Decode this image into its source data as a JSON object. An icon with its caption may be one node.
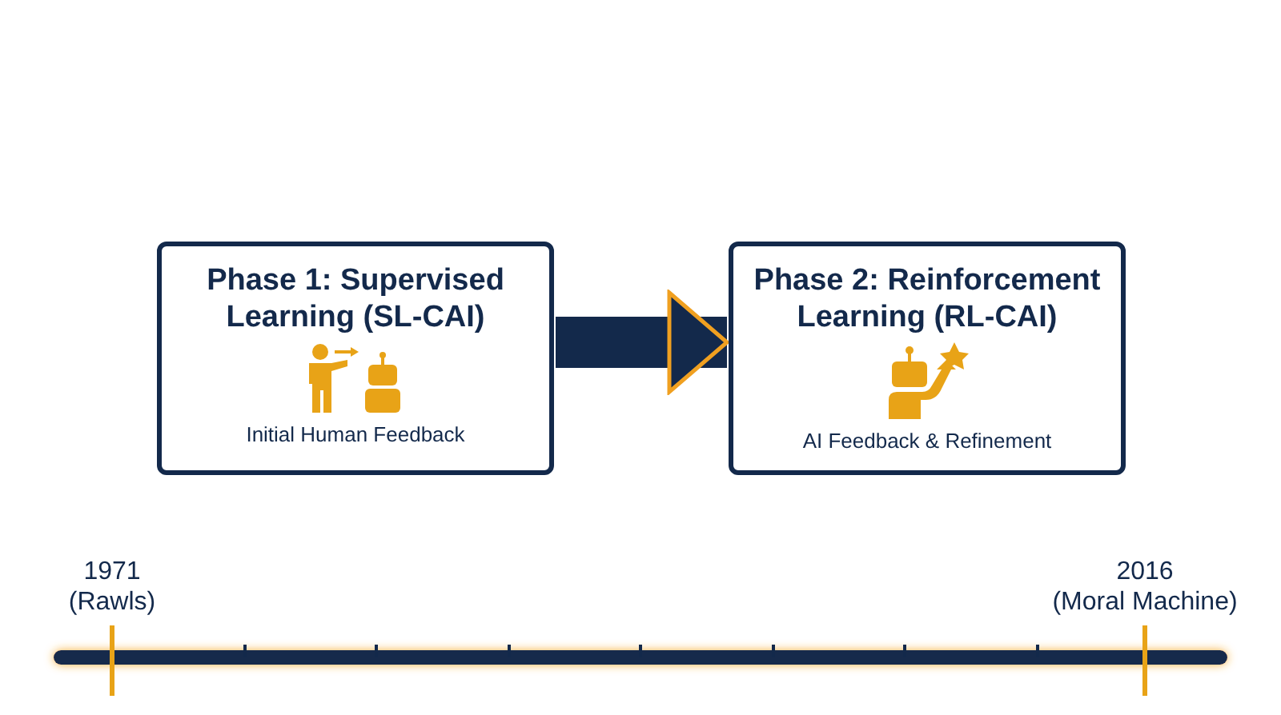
{
  "diagram": {
    "nodes": [
      {
        "text": [
          "Phase 1: Supervised Learning (SL-CAI)",
          "Initial Human Feedback"
        ]
      },
      {
        "text": [
          "Phase 2: Reinforcement Learning (RL-CAI)",
          "AI Feedback & Refinement"
        ]
      }
    ],
    "edges": [
      {
        "from": 0,
        "to": 1,
        "arrow": "to"
      }
    ],
    "labels": [
      "1971 (Rawls)",
      "2016 (Moral Machine)"
    ]
  }
}
